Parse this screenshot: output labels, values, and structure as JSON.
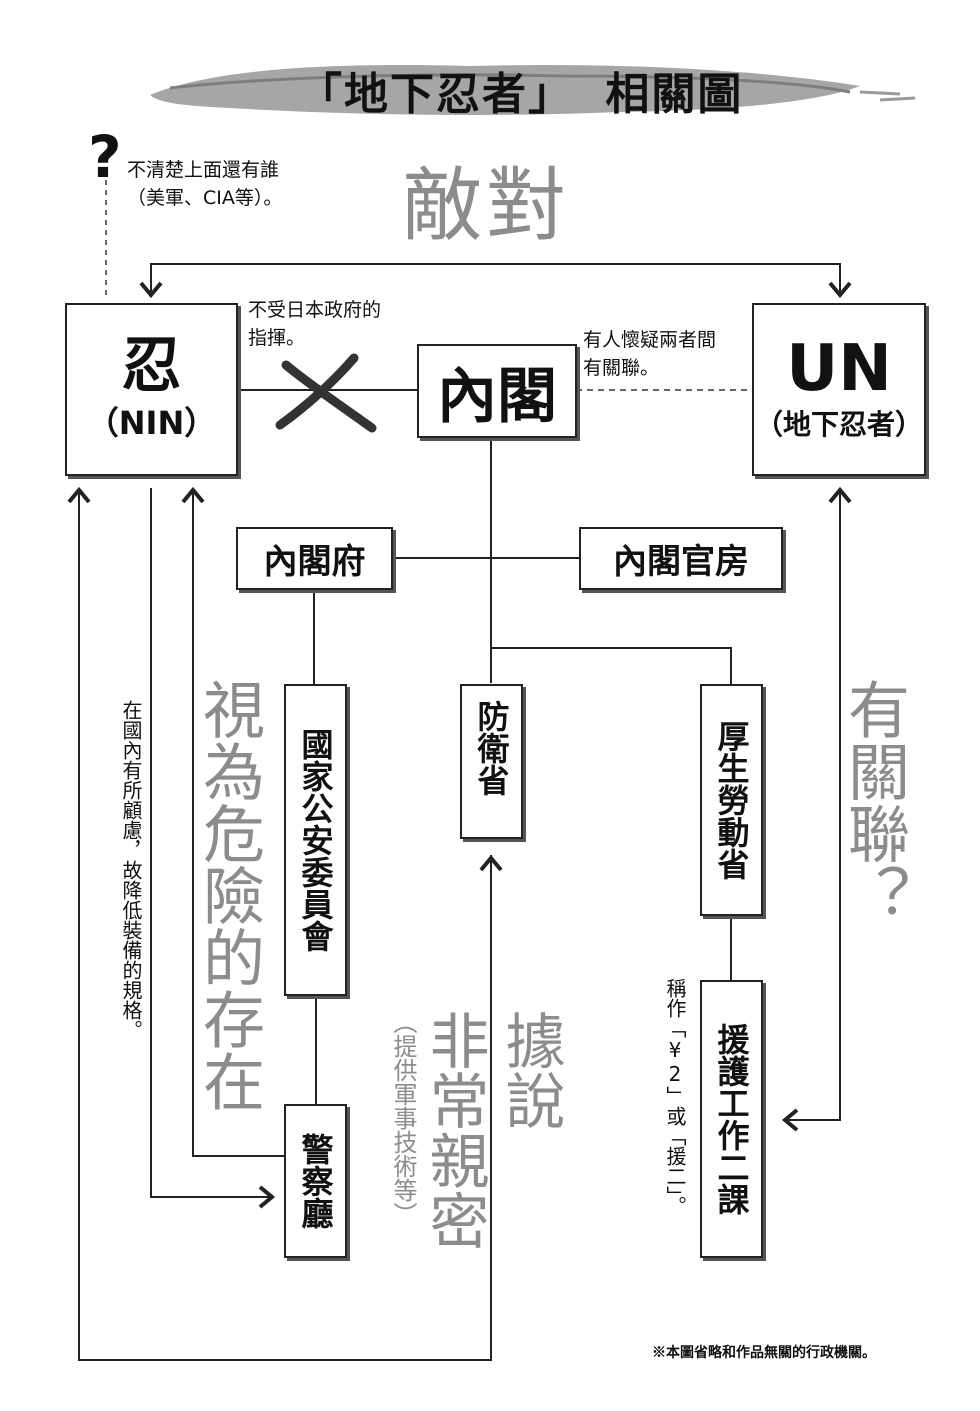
{
  "title": {
    "left": "「地下忍者」",
    "right": "相關圖"
  },
  "colors": {
    "ink": "#111111",
    "grey_text": "#8c8c8c",
    "brush": "#9a9a9a"
  },
  "nodes": {
    "nin": {
      "main": "忍",
      "sub": "（NIN）"
    },
    "cabinet": {
      "label": "內閣"
    },
    "un": {
      "main": "UN",
      "sub": "（地下忍者）"
    },
    "cabinet_office": {
      "label": "內閣府"
    },
    "cabinet_secretariat": {
      "label": "內閣官房"
    },
    "npsc": {
      "label": "國家公安委員會"
    },
    "defense": {
      "label": "防衛省"
    },
    "mhlw": {
      "label": "厚生勞動省"
    },
    "police": {
      "label": "警察廳"
    },
    "aid_division": {
      "label": "援護工作二課"
    }
  },
  "annotations": {
    "question_mark": "?",
    "unknown_above": [
      "不清楚上面還有誰",
      "（美軍、CIA等）。"
    ],
    "hostile": "敵對",
    "not_controlled": [
      "不受日本政府的",
      "指揮。"
    ],
    "suspected_link": [
      "有人懷疑兩者間",
      "有關聯。"
    ],
    "concern": "在國內有所顧慮，故降低裝備的規格。",
    "dangerous": "視為危險的存在",
    "very_close": "非常親密",
    "military_tech": "（提供軍事技術等）",
    "reportedly": "據說",
    "related": "有關聯？",
    "called": "稱作「¥2」或「援二」。"
  },
  "footnote": "※本圖省略和作品無關的行政機關。"
}
